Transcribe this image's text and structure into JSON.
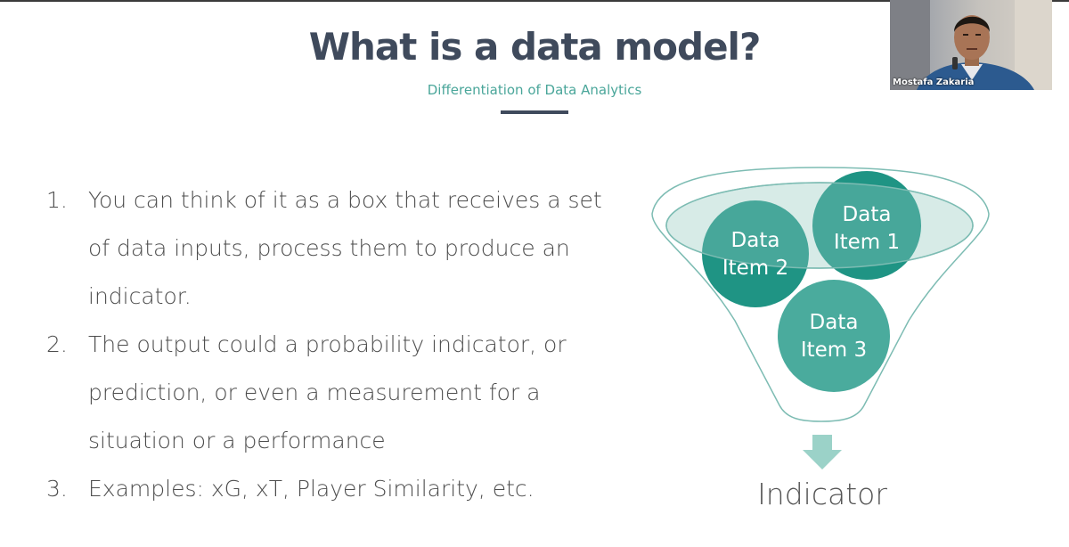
{
  "slide": {
    "title": "What is a data model?",
    "subtitle": "Differentiation of Data Analytics",
    "list_items": [
      {
        "number": "1.",
        "lines": [
          "You can think of it as a box that receives a set",
          "of data inputs, process them to produce an",
          "indicator."
        ]
      },
      {
        "number": "2.",
        "lines": [
          "The output could a probability indicator, or",
          "prediction, or even a measurement for a",
          "situation or a performance"
        ]
      },
      {
        "number": "3.",
        "lines": [
          "Examples: xG, xT, Player Similarity, etc."
        ]
      }
    ]
  },
  "diagram": {
    "circles": [
      {
        "line1": "Data",
        "line2": "Item 1"
      },
      {
        "line1": "Data",
        "line2": "Item 2"
      },
      {
        "line1": "Data",
        "line2": "Item 3"
      }
    ],
    "output_label": "Indicator",
    "icons": {
      "arrow": "arrow-down-icon"
    }
  },
  "webcam": {
    "participant_name": "Mostafa Zakaria"
  },
  "colors": {
    "title": "#3f4a5c",
    "subtitle": "#4aa69a",
    "funnel_stroke": "#7dbcb3",
    "circle_fill": "#1f9484",
    "circle_light": "#4aab9d",
    "arrow": "#9bd2c8",
    "body_text": "#4d4d4d"
  }
}
